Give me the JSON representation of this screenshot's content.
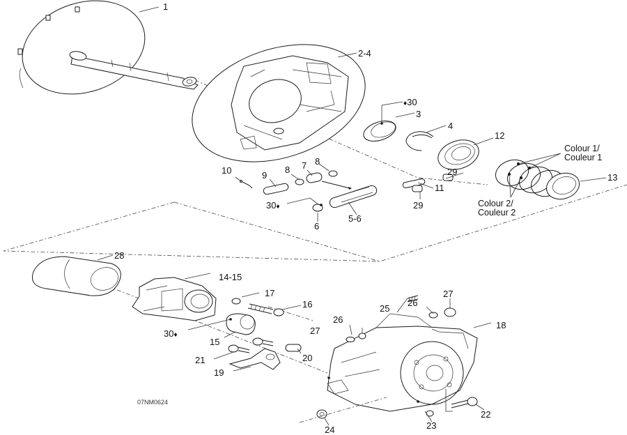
{
  "diagram": {
    "title": "Drive pulley exploded view",
    "drawing_code": "07NM0624",
    "callouts": [
      {
        "id": "c1",
        "text": "1"
      },
      {
        "id": "c2",
        "text": "2-4"
      },
      {
        "id": "c3",
        "text": "3"
      },
      {
        "id": "c4",
        "text": "4"
      },
      {
        "id": "c5",
        "text": "5-6"
      },
      {
        "id": "c6",
        "text": "6"
      },
      {
        "id": "c7",
        "text": "7"
      },
      {
        "id": "c8a",
        "text": "8"
      },
      {
        "id": "c8b",
        "text": "8"
      },
      {
        "id": "c9",
        "text": "9"
      },
      {
        "id": "c10",
        "text": "10"
      },
      {
        "id": "c11",
        "text": "11"
      },
      {
        "id": "c12",
        "text": "12"
      },
      {
        "id": "c13",
        "text": "13"
      },
      {
        "id": "c14",
        "text": "14-15"
      },
      {
        "id": "c15",
        "text": "15"
      },
      {
        "id": "c16",
        "text": "16"
      },
      {
        "id": "c17",
        "text": "17"
      },
      {
        "id": "c18",
        "text": "18"
      },
      {
        "id": "c19",
        "text": "19"
      },
      {
        "id": "c20",
        "text": "20"
      },
      {
        "id": "c21",
        "text": "21"
      },
      {
        "id": "c22",
        "text": "22"
      },
      {
        "id": "c23",
        "text": "23"
      },
      {
        "id": "c24",
        "text": "24"
      },
      {
        "id": "c25",
        "text": "25"
      },
      {
        "id": "c26a",
        "text": "26"
      },
      {
        "id": "c26b",
        "text": "26"
      },
      {
        "id": "c27a",
        "text": "27"
      },
      {
        "id": "c27b",
        "text": "27"
      },
      {
        "id": "c28",
        "text": "28"
      },
      {
        "id": "c29a",
        "text": "29"
      },
      {
        "id": "c29b",
        "text": "29"
      }
    ],
    "lubricant_callouts": [
      {
        "id": "l30a",
        "text": "30",
        "icon": "lubricant-drop-icon"
      },
      {
        "id": "l30b",
        "text": "30",
        "icon": "lubricant-drop-icon"
      },
      {
        "id": "l30c",
        "text": "30",
        "icon": "lubricant-drop-icon"
      }
    ],
    "colour_notes": {
      "colour1": "Colour 1/\nCouleur 1",
      "colour1_line1": "Colour 1/",
      "colour1_line2": "Couleur 1",
      "colour2_line1": "Colour 2/",
      "colour2_line2": "Couleur 2"
    },
    "drop_glyph": "♦"
  }
}
